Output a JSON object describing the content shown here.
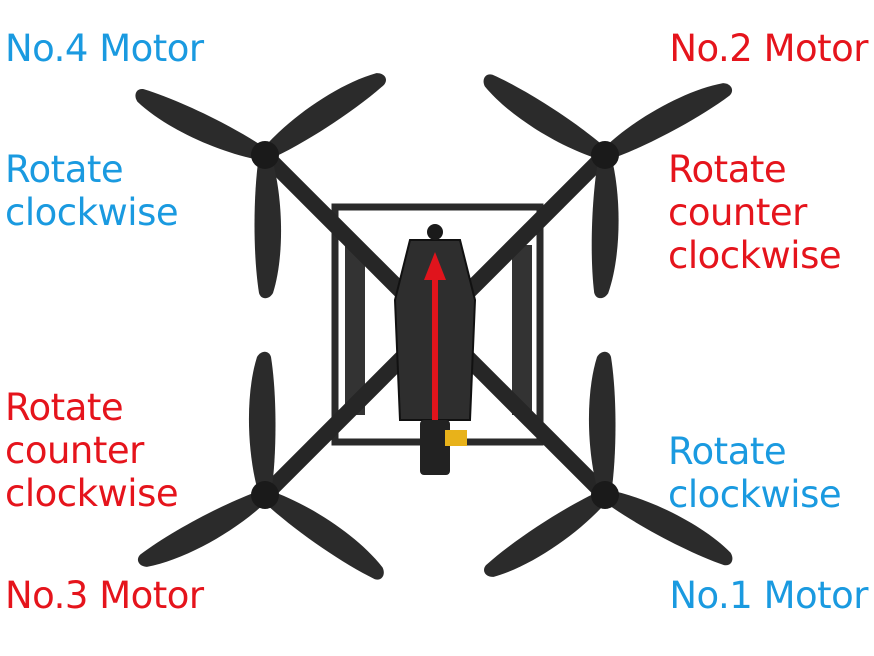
{
  "colors": {
    "clockwise": "#1a9ae0",
    "counter_clockwise": "#e5141c",
    "frame": "#2a2a2a",
    "arrow": "#e0141c"
  },
  "motors": {
    "m4": {
      "name": "No.4 Motor",
      "line1": "Rotate",
      "line2": "clockwise"
    },
    "m2": {
      "name": "No.2 Motor",
      "line1": "Rotate",
      "line2": "counter",
      "line3": "clockwise"
    },
    "m3": {
      "name": "No.3 Motor",
      "line1": "Rotate",
      "line2": "counter",
      "line3": "clockwise"
    },
    "m1": {
      "name": "No.1 Motor",
      "line1": "Rotate",
      "line2": "clockwise"
    }
  }
}
